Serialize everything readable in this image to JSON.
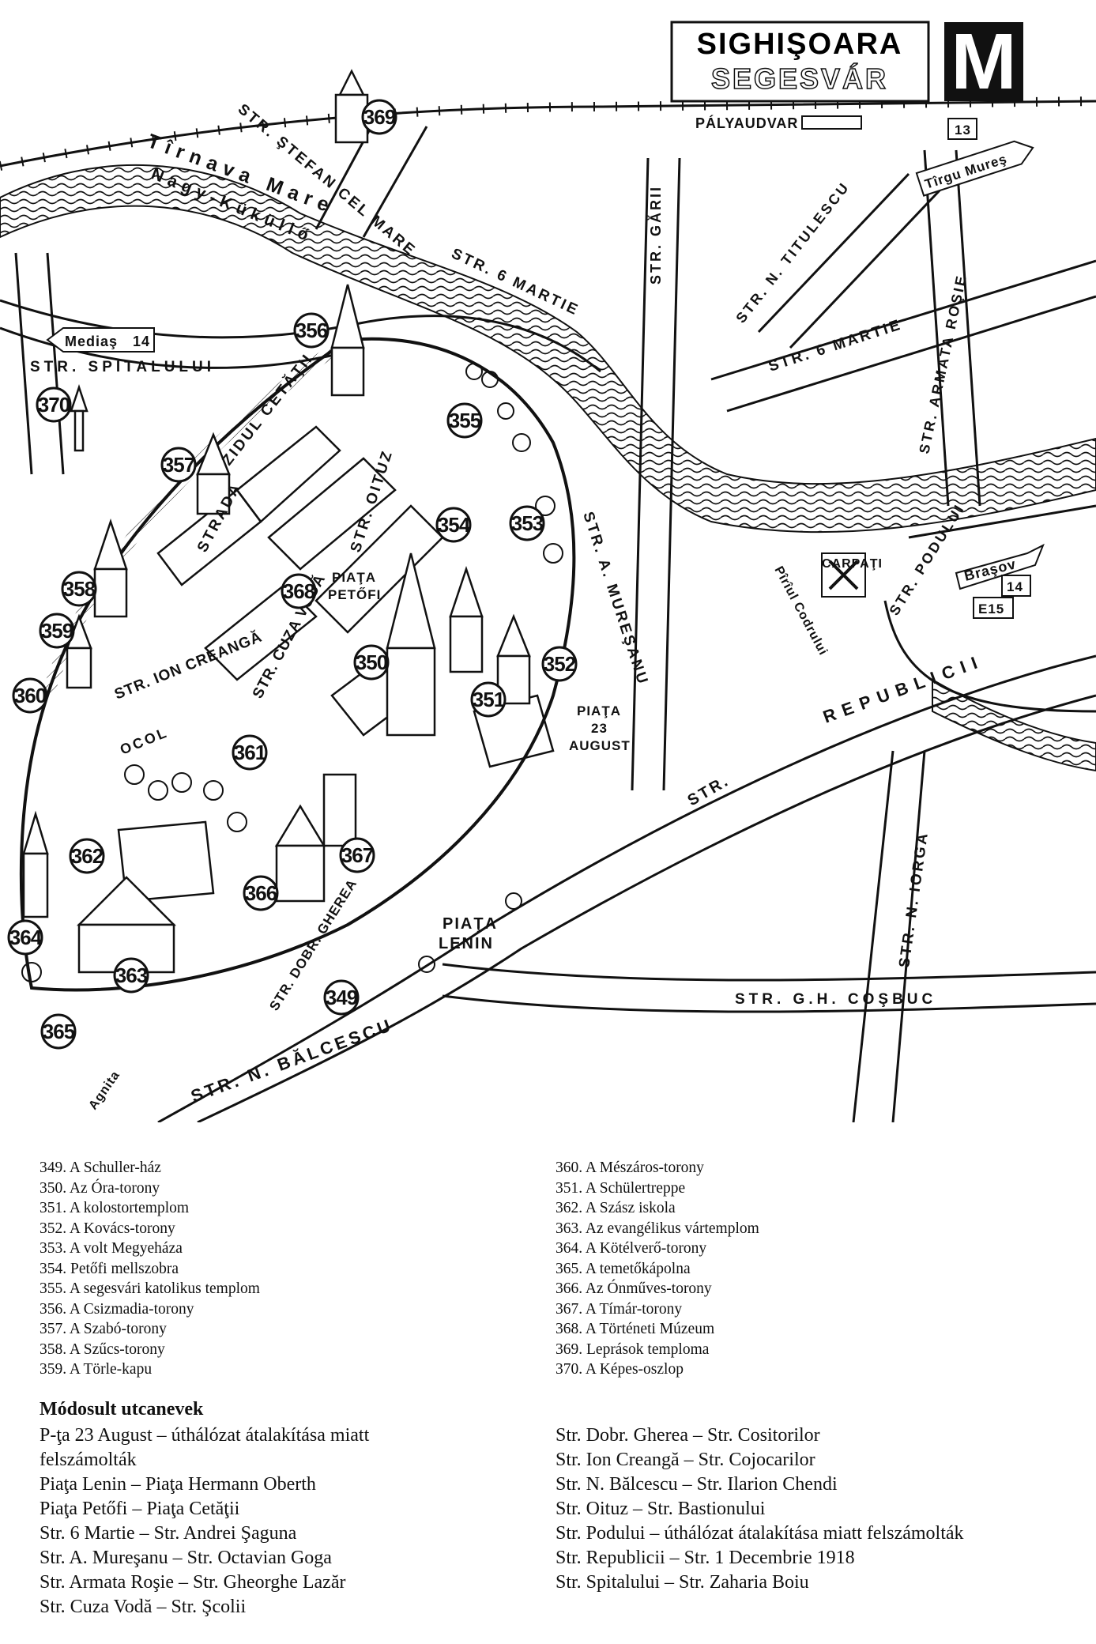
{
  "map": {
    "title": "SIGHIŞOARA",
    "subtitle": "SEGESVÁR",
    "badge": "M",
    "street_labels": [
      {
        "id": "stefan",
        "text": "STR. ŞTEFAN CEL MARE"
      },
      {
        "id": "tirnava",
        "text": "Tîrnava Mare"
      },
      {
        "id": "kukullo",
        "text": "Nagy-Küküllő"
      },
      {
        "id": "palyaudvar",
        "text": "PÁLYAUDVAR"
      },
      {
        "id": "garii",
        "text": "STR. GĂRII"
      },
      {
        "id": "martie6a",
        "text": "STR. 6 MARTIE"
      },
      {
        "id": "titulescu",
        "text": "STR. N. TITULESCU"
      },
      {
        "id": "martie6b",
        "text": "STR. 6 MARTIE"
      },
      {
        "id": "armata",
        "text": "STR. ARMATA ROŞIE"
      },
      {
        "id": "spitalului",
        "text": "STR. SPITALULUI"
      },
      {
        "id": "zidul",
        "text": "ZIDUL CETĂŢII"
      },
      {
        "id": "strada",
        "text": "STRADA"
      },
      {
        "id": "oituz",
        "text": "STR. OITUZ"
      },
      {
        "id": "muresanu",
        "text": "STR. A. MUREŞANU"
      },
      {
        "id": "piata_petofi_1",
        "text": "PIAŢA"
      },
      {
        "id": "piata_petofi_2",
        "text": "PETŐFI"
      },
      {
        "id": "creanga",
        "text": "STR. ION CREANGĂ"
      },
      {
        "id": "cuza",
        "text": "STR. CUZA VODĂ"
      },
      {
        "id": "paraul",
        "text": "Pîrîul Codrului"
      },
      {
        "id": "podului",
        "text": "STR. PODULUI"
      },
      {
        "id": "carpati",
        "text": "CARPAŢI"
      },
      {
        "id": "republicii",
        "text": "REPUBLICII"
      },
      {
        "id": "str_rep",
        "text": "STR."
      },
      {
        "id": "p23_1",
        "text": "PIAŢA"
      },
      {
        "id": "p23_2",
        "text": "23"
      },
      {
        "id": "p23_3",
        "text": "AUGUST"
      },
      {
        "id": "ocol",
        "text": "OCOL"
      },
      {
        "id": "iorga",
        "text": "STR. N. IORGA"
      },
      {
        "id": "lenin_1",
        "text": "PIAŢA"
      },
      {
        "id": "lenin_2",
        "text": "LENIN"
      },
      {
        "id": "gherea",
        "text": "STR. DOBR. GHEREA"
      },
      {
        "id": "cosbuc",
        "text": "STR. G.H. COŞBUC"
      },
      {
        "id": "balcescu",
        "text": "STR. N. BĂLCESCU"
      },
      {
        "id": "agnita",
        "text": "Agnita"
      }
    ],
    "signs": [
      {
        "id": "medias",
        "name": "Mediaş",
        "num": "14"
      },
      {
        "id": "tirgu",
        "name": "Tîrgu Mureş",
        "num": "13"
      },
      {
        "id": "brasov",
        "name": "Braşov",
        "num": "14",
        "extra": "E15"
      }
    ],
    "pois": [
      "349",
      "350",
      "351",
      "352",
      "353",
      "354",
      "355",
      "356",
      "357",
      "358",
      "359",
      "360",
      "361",
      "362",
      "363",
      "364",
      "365",
      "366",
      "367",
      "368",
      "369",
      "370"
    ]
  },
  "legend": {
    "left": [
      "349. A Schuller-ház",
      "350. Az Óra-torony",
      "351. A kolostortemplom",
      "352. A Kovács-torony",
      "353. A volt Megyeháza",
      "354. Petőfi mellszobra",
      "355. A segesvári katolikus templom",
      "356. A Csizmadia-torony",
      "357. A Szabó-torony",
      "358. A Szűcs-torony",
      "359. A Törle-kapu"
    ],
    "right": [
      "360. A Mészáros-torony",
      "351. A Schülertreppe",
      "362. A Szász iskola",
      "363. Az evangélikus vártemplom",
      "364. A Kötélverő-torony",
      "365. A temetőkápolna",
      "366. Az Ónműves-torony",
      "367. A Tímár-torony",
      "368. A Történeti Múzeum",
      "369. Leprások temploma",
      "370. A Képes-oszlop"
    ]
  },
  "changes": {
    "title": "Módosult utcanevek",
    "left": [
      "P-ţa 23 August – úthálózat átalakítása miatt",
      "felszámolták",
      "Piaţa Lenin – Piaţa Hermann Oberth",
      "Piaţa Petőfi – Piaţa Cetăţii",
      "Str. 6 Martie – Str. Andrei Şaguna",
      "Str. A. Mureşanu – Str. Octavian Goga",
      "Str. Armata Roşie – Str. Gheorghe Lazăr",
      "Str. Cuza Vodă – Str. Şcolii"
    ],
    "right": [
      "Str. Dobr. Gherea – Str. Cositorilor",
      "Str. Ion Creangă – Str. Cojocarilor",
      "Str. N. Bălcescu – Str. Ilarion Chendi",
      "Str. Oituz – Str. Bastionului",
      "Str. Podului – úthálózat átalakítása miatt felszámolták",
      "Str. Republicii – Str. 1 Decembrie 1918",
      "Str. Spitalului – Str. Zaharia Boiu"
    ]
  }
}
